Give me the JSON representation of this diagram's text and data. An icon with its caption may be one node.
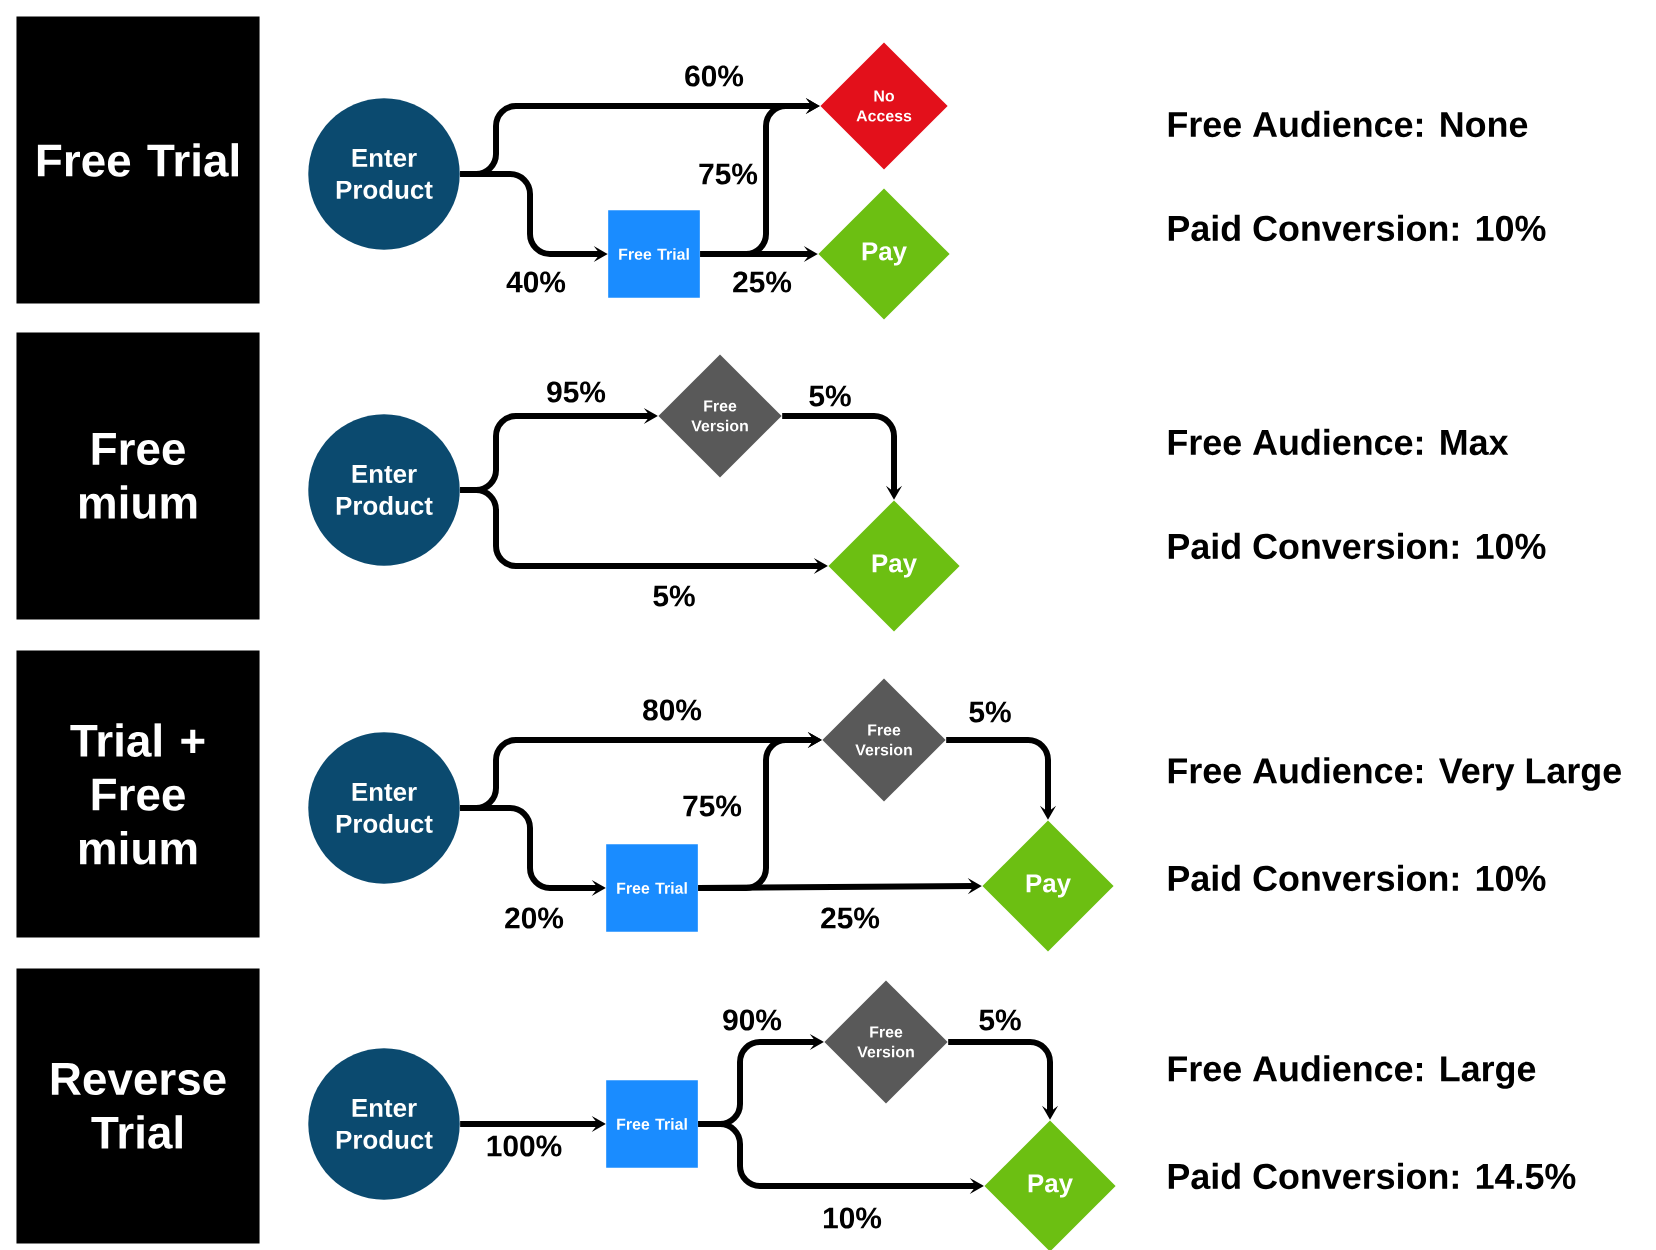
{
  "diagram": {
    "nodes": [
      {
        "text": [
          "Free Trial"
        ]
      },
      {
        "text": [
          "Enter Product"
        ]
      },
      {
        "text": [
          "Free Trial"
        ]
      },
      {
        "text": [
          "No Access"
        ]
      },
      {
        "text": [
          "Pay"
        ]
      },
      {
        "text": [
          "Free mium"
        ]
      },
      {
        "text": [
          "Enter Product"
        ]
      },
      {
        "text": [
          "Free Version"
        ]
      },
      {
        "text": [
          "Pay"
        ]
      },
      {
        "text": [
          "Trial + Free mium"
        ]
      },
      {
        "text": [
          "Enter Product"
        ]
      },
      {
        "text": [
          "Free Trial"
        ]
      },
      {
        "text": [
          "Free Version"
        ]
      },
      {
        "text": [
          "Pay"
        ]
      },
      {
        "text": [
          "Reverse Trial"
        ]
      },
      {
        "text": [
          "Enter Product"
        ]
      },
      {
        "text": [
          "Free Trial"
        ]
      },
      {
        "text": [
          "Free Version"
        ]
      },
      {
        "text": [
          "Pay"
        ]
      }
    ],
    "edges": [
      {
        "from": 1,
        "to": 3,
        "arrow": "to",
        "label": "60%"
      },
      {
        "from": 1,
        "to": 2,
        "arrow": "to",
        "label": "40%"
      },
      {
        "from": 2,
        "to": 3,
        "arrow": "to",
        "label": "75%"
      },
      {
        "from": 2,
        "to": 4,
        "arrow": "to",
        "label": "25%"
      },
      {
        "from": 6,
        "to": 7,
        "arrow": "to",
        "label": "95%"
      },
      {
        "from": 7,
        "to": 8,
        "arrow": "to",
        "label": "5%"
      },
      {
        "from": 6,
        "to": 8,
        "arrow": "to",
        "label": "5%"
      },
      {
        "from": 10,
        "to": 12,
        "arrow": "to",
        "label": "80%"
      },
      {
        "from": 10,
        "to": 11,
        "arrow": "to",
        "label": "20%"
      },
      {
        "from": 11,
        "to": 12,
        "arrow": "to",
        "label": "75%"
      },
      {
        "from": 12,
        "to": 13,
        "arrow": "to",
        "label": "5%"
      },
      {
        "from": 11,
        "to": 13,
        "arrow": "to",
        "label": "25%"
      },
      {
        "from": 15,
        "to": 16,
        "arrow": "to",
        "label": "100%"
      },
      {
        "from": 16,
        "to": 17,
        "arrow": "to",
        "label": "90%"
      },
      {
        "from": 17,
        "to": 18,
        "arrow": "to",
        "label": "5%"
      },
      {
        "from": 16,
        "to": 18,
        "arrow": "to",
        "label": "10%"
      }
    ],
    "labels": [
      "Free Audience: None",
      "Paid Conversion: 10%",
      "Free Audience: Max",
      "Paid Conversion: 10%",
      "Free Audience: Very Large",
      "Paid Conversion: 10%",
      "Free Audience: Large",
      "Paid Conversion: 14.5%"
    ]
  }
}
